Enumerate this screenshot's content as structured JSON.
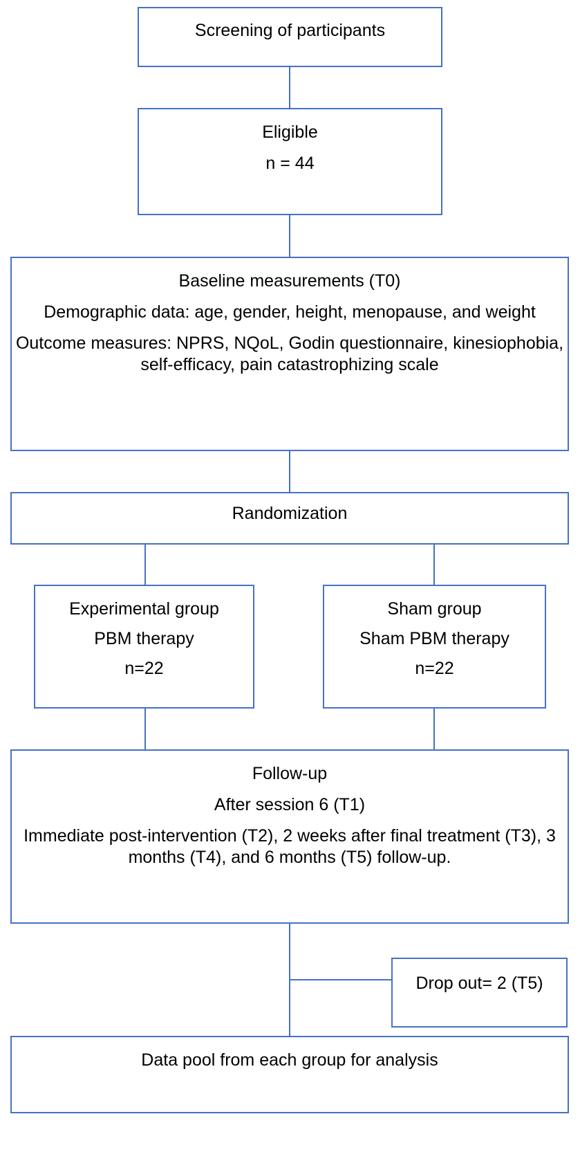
{
  "diagram": {
    "screening": "Screening of participants",
    "eligible": {
      "label": "Eligible",
      "n": "n = 44"
    },
    "baseline": {
      "title": "Baseline measurements (T0)",
      "demographic": "Demographic data: age, gender, height, menopause, and weight",
      "outcomes": "Outcome measures: NPRS, NQoL, Godin questionnaire, kinesiophobia, self-efficacy, pain catastrophizing scale"
    },
    "randomization": "Randomization",
    "experimental": {
      "title": "Experimental group",
      "therapy": "PBM therapy",
      "n": "n=22"
    },
    "sham": {
      "title": "Sham group",
      "therapy": "Sham PBM therapy",
      "n": "n=22"
    },
    "followup": {
      "title": "Follow-up",
      "after": "After session 6 (T1)",
      "details": "Immediate post-intervention (T2), 2 weeks after final treatment (T3), 3 months (T4), and 6 months (T5) follow-up."
    },
    "dropout": "Drop out= 2 (T5)",
    "datapool": "Data pool from each group for analysis"
  },
  "colors": {
    "border": "#4472c4",
    "connector": "#4472c4",
    "text": "#000000",
    "background": "#ffffff"
  }
}
